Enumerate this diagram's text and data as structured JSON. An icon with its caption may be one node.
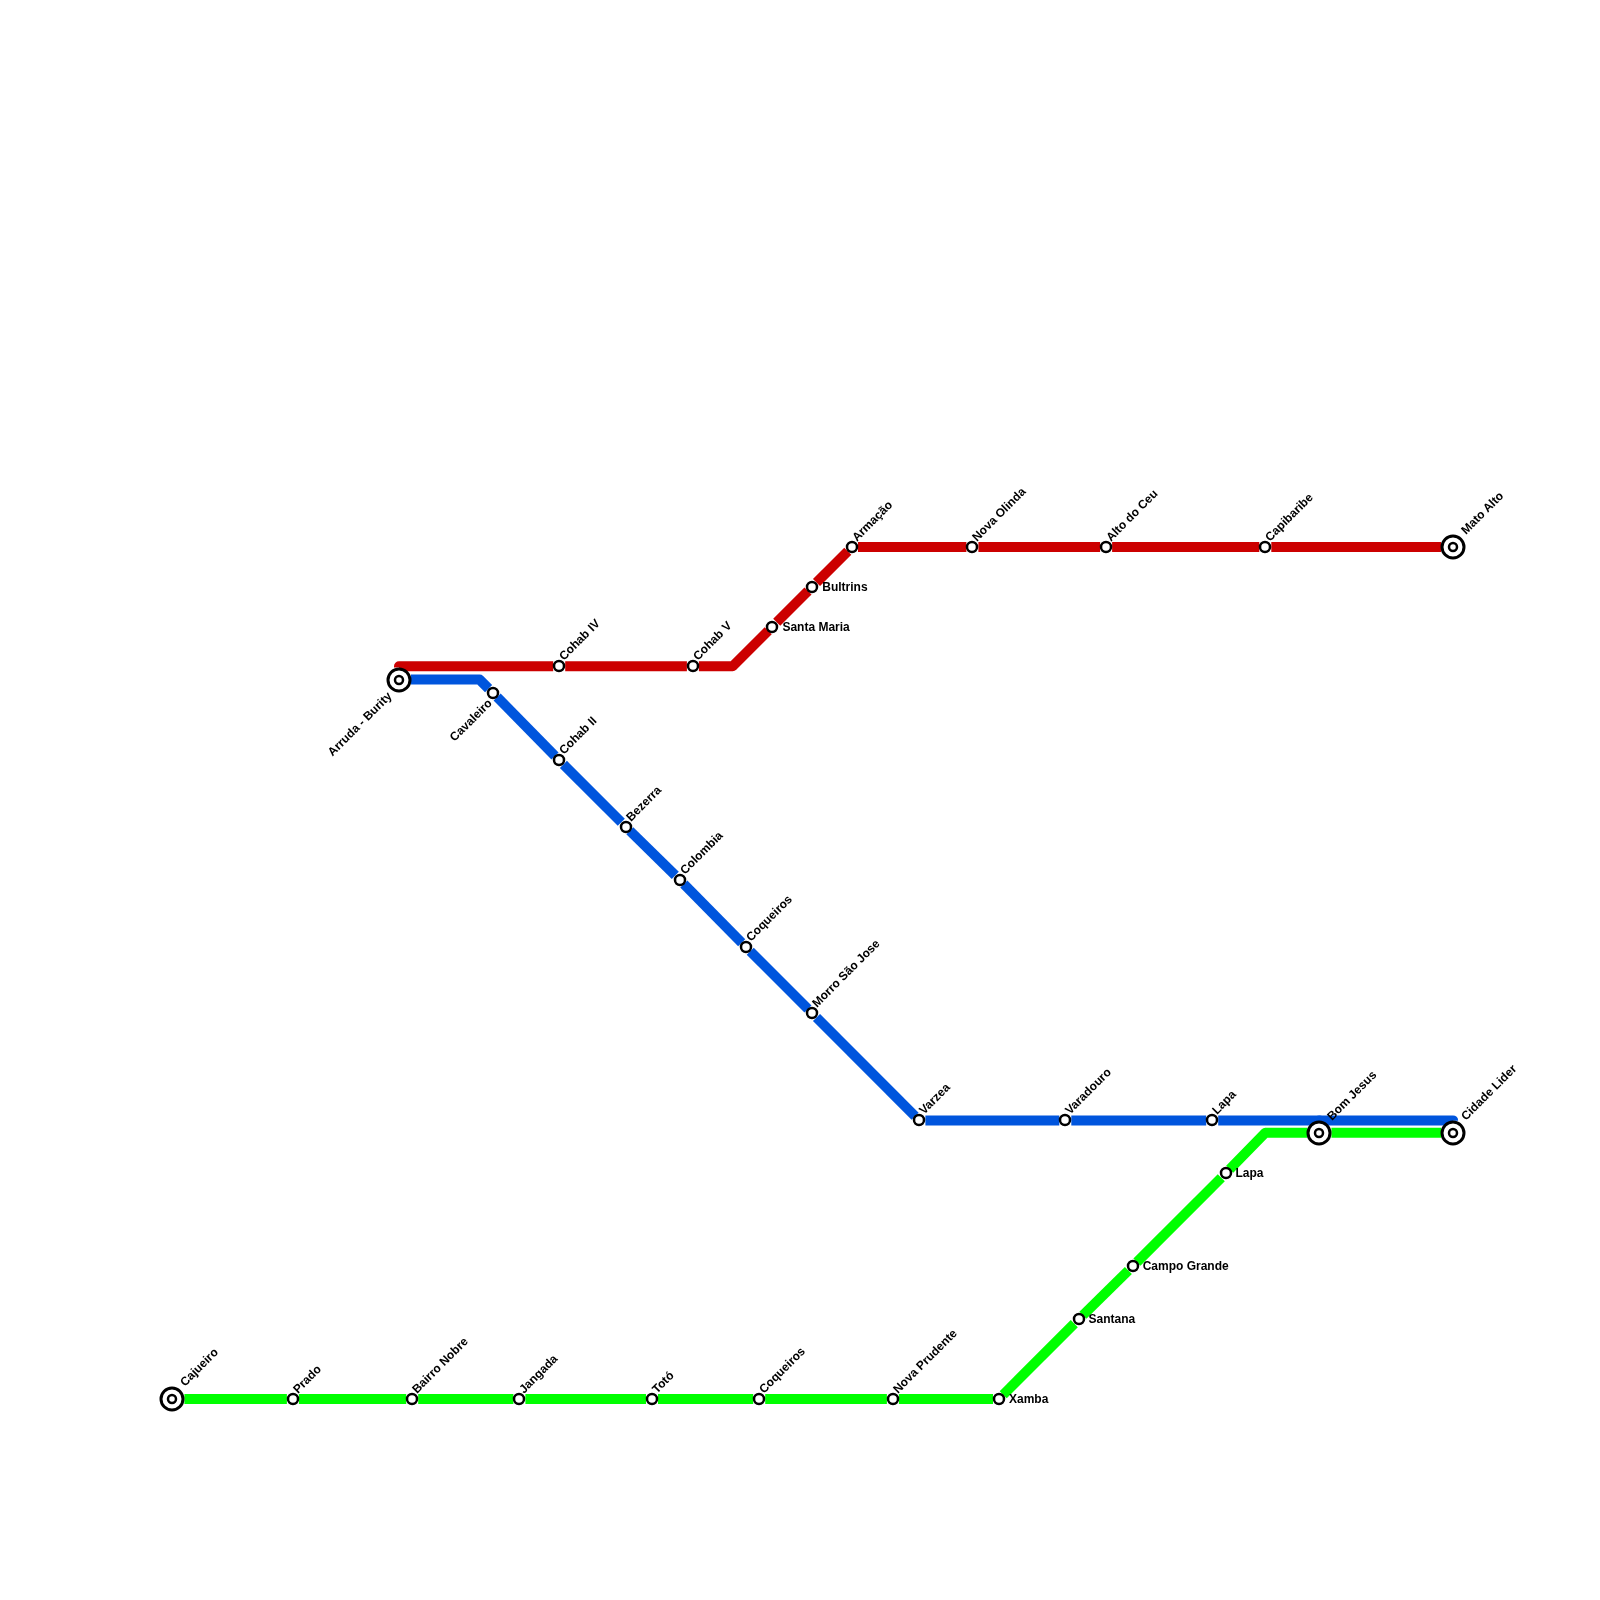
{
  "diagram": {
    "nodes": [
      {
        "text": [
          "Arruda - Burity"
        ]
      },
      {
        "text": [
          "Cohab IV"
        ]
      },
      {
        "text": [
          "Cohab V"
        ]
      },
      {
        "text": [
          "Santa Maria"
        ]
      },
      {
        "text": [
          "Bultrins"
        ]
      },
      {
        "text": [
          "Armação"
        ]
      },
      {
        "text": [
          "Nova Olinda"
        ]
      },
      {
        "text": [
          "Alto do Ceu"
        ]
      },
      {
        "text": [
          "Capibaribe"
        ]
      },
      {
        "text": [
          "Mato Alto"
        ]
      },
      {
        "text": [
          "Cavaleiro"
        ]
      },
      {
        "text": [
          "Cohab II"
        ]
      },
      {
        "text": [
          "Bezerra"
        ]
      },
      {
        "text": [
          "Colombia"
        ]
      },
      {
        "text": [
          "Coqueiros"
        ]
      },
      {
        "text": [
          "Morro São Jose"
        ]
      },
      {
        "text": [
          "Varzea"
        ]
      },
      {
        "text": [
          "Varadouro"
        ]
      },
      {
        "text": [
          "Lapa"
        ]
      },
      {
        "text": [
          "Bom Jesus"
        ]
      },
      {
        "text": [
          "Cidade Lider"
        ]
      },
      {
        "text": [
          "Cajueiro"
        ]
      },
      {
        "text": [
          "Prado"
        ]
      },
      {
        "text": [
          "Bairro Nobre"
        ]
      },
      {
        "text": [
          "Jangada"
        ]
      },
      {
        "text": [
          "Totó"
        ]
      },
      {
        "text": [
          "Coqueiros"
        ]
      },
      {
        "text": [
          "Nova Prudente"
        ]
      },
      {
        "text": [
          "Xamba"
        ]
      },
      {
        "text": [
          "Santana"
        ]
      },
      {
        "text": [
          "Campo Grande"
        ]
      },
      {
        "text": [
          "Lapa"
        ]
      }
    ],
    "edges": [
      {
        "from": 0,
        "to": 1,
        "arrow": "none",
        "color": "#cc0000"
      },
      {
        "from": 1,
        "to": 2,
        "arrow": "none",
        "color": "#cc0000"
      },
      {
        "from": 2,
        "to": 3,
        "arrow": "none",
        "color": "#cc0000"
      },
      {
        "from": 3,
        "to": 4,
        "arrow": "none",
        "color": "#cc0000"
      },
      {
        "from": 4,
        "to": 5,
        "arrow": "none",
        "color": "#cc0000"
      },
      {
        "from": 5,
        "to": 6,
        "arrow": "none",
        "color": "#cc0000"
      },
      {
        "from": 6,
        "to": 7,
        "arrow": "none",
        "color": "#cc0000"
      },
      {
        "from": 7,
        "to": 8,
        "arrow": "none",
        "color": "#cc0000"
      },
      {
        "from": 8,
        "to": 9,
        "arrow": "none",
        "color": "#cc0000"
      },
      {
        "from": 0,
        "to": 10,
        "arrow": "none",
        "color": "#0055dd"
      },
      {
        "from": 10,
        "to": 11,
        "arrow": "none",
        "color": "#0055dd"
      },
      {
        "from": 11,
        "to": 12,
        "arrow": "none",
        "color": "#0055dd"
      },
      {
        "from": 12,
        "to": 13,
        "arrow": "none",
        "color": "#0055dd"
      },
      {
        "from": 13,
        "to": 14,
        "arrow": "none",
        "color": "#0055dd"
      },
      {
        "from": 14,
        "to": 15,
        "arrow": "none",
        "color": "#0055dd"
      },
      {
        "from": 15,
        "to": 16,
        "arrow": "none",
        "color": "#0055dd"
      },
      {
        "from": 16,
        "to": 17,
        "arrow": "none",
        "color": "#0055dd"
      },
      {
        "from": 17,
        "to": 18,
        "arrow": "none",
        "color": "#0055dd"
      },
      {
        "from": 18,
        "to": 19,
        "arrow": "none",
        "color": "#0055dd"
      },
      {
        "from": 19,
        "to": 20,
        "arrow": "none",
        "color": "#0055dd"
      },
      {
        "from": 21,
        "to": 22,
        "arrow": "none",
        "color": "#00ff00"
      },
      {
        "from": 22,
        "to": 23,
        "arrow": "none",
        "color": "#00ff00"
      },
      {
        "from": 23,
        "to": 24,
        "arrow": "none",
        "color": "#00ff00"
      },
      {
        "from": 24,
        "to": 25,
        "arrow": "none",
        "color": "#00ff00"
      },
      {
        "from": 25,
        "to": 26,
        "arrow": "none",
        "color": "#00ff00"
      },
      {
        "from": 26,
        "to": 27,
        "arrow": "none",
        "color": "#00ff00"
      },
      {
        "from": 27,
        "to": 28,
        "arrow": "none",
        "color": "#00ff00"
      },
      {
        "from": 28,
        "to": 29,
        "arrow": "none",
        "color": "#00ff00"
      },
      {
        "from": 29,
        "to": 30,
        "arrow": "none",
        "color": "#00ff00"
      },
      {
        "from": 30,
        "to": 31,
        "arrow": "none",
        "color": "#00ff00"
      },
      {
        "from": 31,
        "to": 19,
        "arrow": "none",
        "color": "#00ff00"
      },
      {
        "from": 19,
        "to": 20,
        "arrow": "none",
        "color": "#00ff00"
      }
    ]
  }
}
